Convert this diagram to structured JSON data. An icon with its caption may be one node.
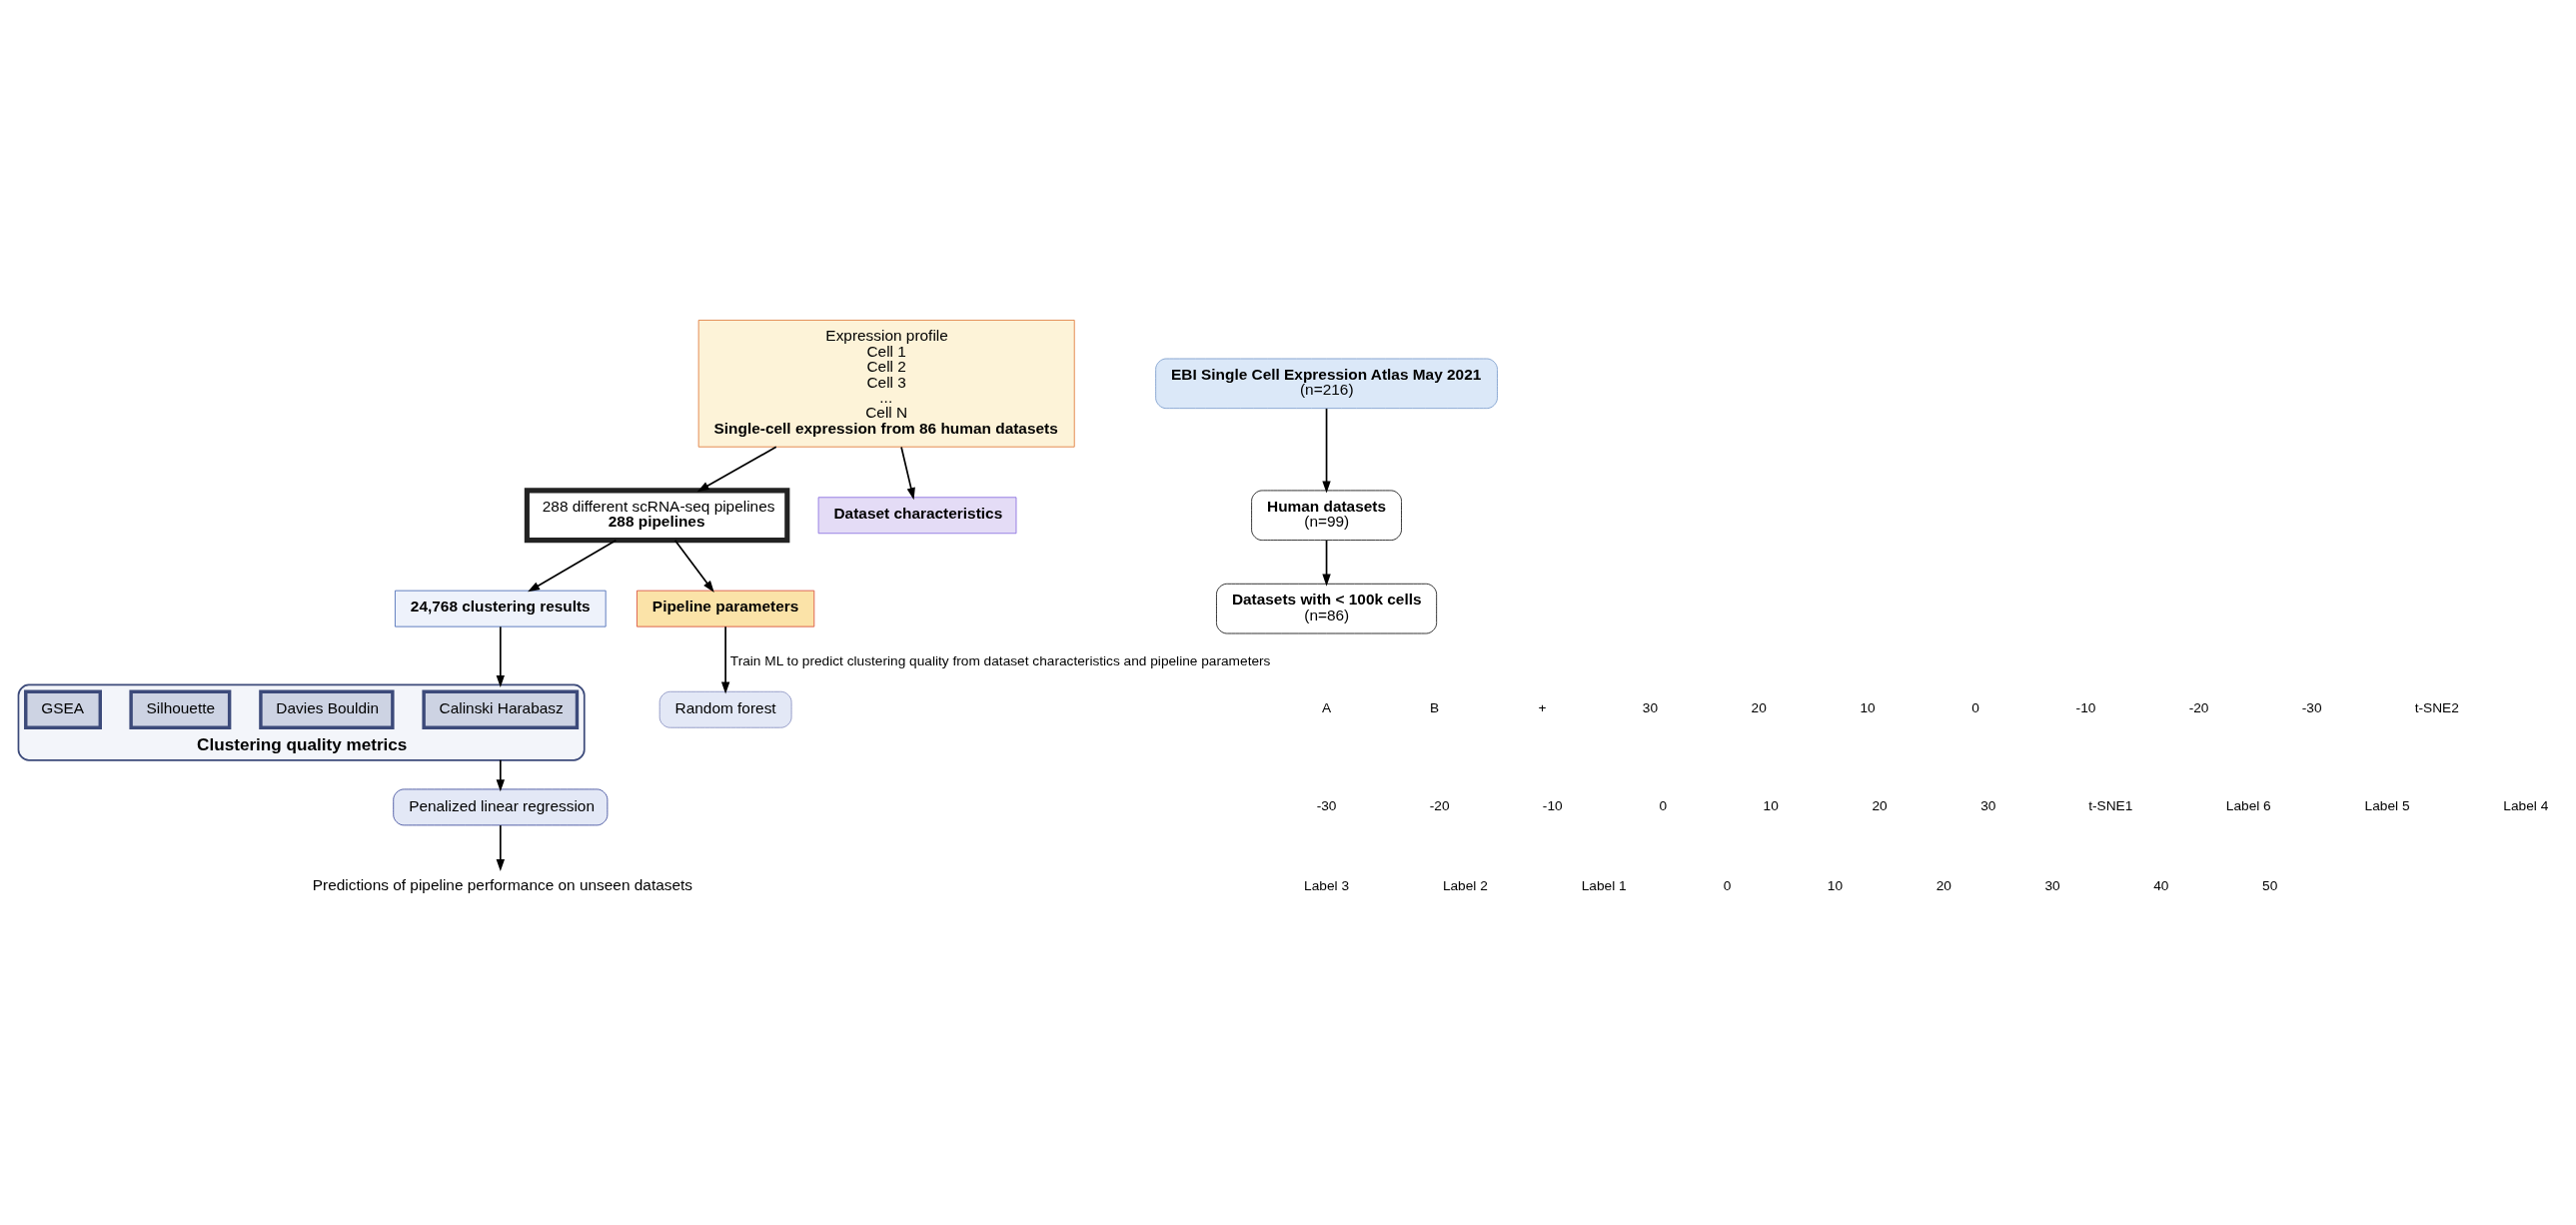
{
  "diagram": {
    "nodes": [
      {
        "text": [
          "Expression profile",
          "Cell 1",
          "Cell 2",
          "Cell 3",
          "...",
          "Cell N",
          "Single-cell expression from 86 human datasets"
        ]
      },
      {
        "text": [
          "288 different scRNA-seq pipelines",
          "288 pipelines"
        ]
      },
      {
        "text": [
          "24,768 clustering results"
        ]
      },
      {
        "text": [
          "Clustering quality metrics"
        ]
      },
      {
        "text": [
          "Calinski Harabasz"
        ],
        "in": 3
      },
      {
        "text": [
          "Davies Bouldin"
        ],
        "in": 3
      },
      {
        "text": [
          "Silhouette"
        ],
        "in": 3
      },
      {
        "text": [
          "GSEA"
        ],
        "in": 3
      },
      {
        "text": [
          "Dataset characteristics"
        ]
      },
      {
        "text": [
          "Pipeline parameters"
        ]
      },
      {
        "text": [
          "Random forest"
        ]
      },
      {
        "text": [
          "Penalized linear regression"
        ]
      },
      {
        "text": [
          "Predictions of pipeline performance on unseen datasets"
        ]
      },
      {
        "text": [
          "EBI Single Cell Expression Atlas May 2021",
          "(n=216)"
        ]
      },
      {
        "text": [
          "Human datasets",
          "(n=99)"
        ]
      },
      {
        "text": [
          "Datasets with < 100k cells",
          "(n=86)"
        ]
      }
    ],
    "edges": [
      {
        "from": 0,
        "to": 1,
        "arrow": "to"
      },
      {
        "from": 1,
        "to": 2,
        "arrow": "to"
      },
      {
        "from": 2,
        "to": 3,
        "arrow": "to"
      },
      {
        "from": 0,
        "to": 8,
        "arrow": "to"
      },
      {
        "from": 1,
        "to": 9,
        "arrow": "to"
      },
      {
        "from": 9,
        "to": 10,
        "label": "Train ML to predict clustering quality from dataset characteristics and pipeline parameters",
        "arrow": "to"
      },
      {
        "from": 3,
        "to": 11,
        "arrow": "to"
      },
      {
        "from": 11,
        "to": 12,
        "arrow": "to"
      },
      {
        "from": 13,
        "to": 14,
        "arrow": "to"
      },
      {
        "from": 14,
        "to": 15,
        "arrow": "to"
      }
    ],
    "labels": [
      "A",
      "B",
      "+",
      "30",
      "20",
      "10",
      "0",
      "-10",
      "-20",
      "-30",
      "t-SNE2",
      "-30",
      "-20",
      "-10",
      "0",
      "10",
      "20",
      "30",
      "t-SNE1",
      "Label 6",
      "Label 5",
      "Label 4",
      "Label 3",
      "Label 2",
      "Label 1",
      "0",
      "10",
      "20",
      "30",
      "40",
      "50"
    ]
  }
}
